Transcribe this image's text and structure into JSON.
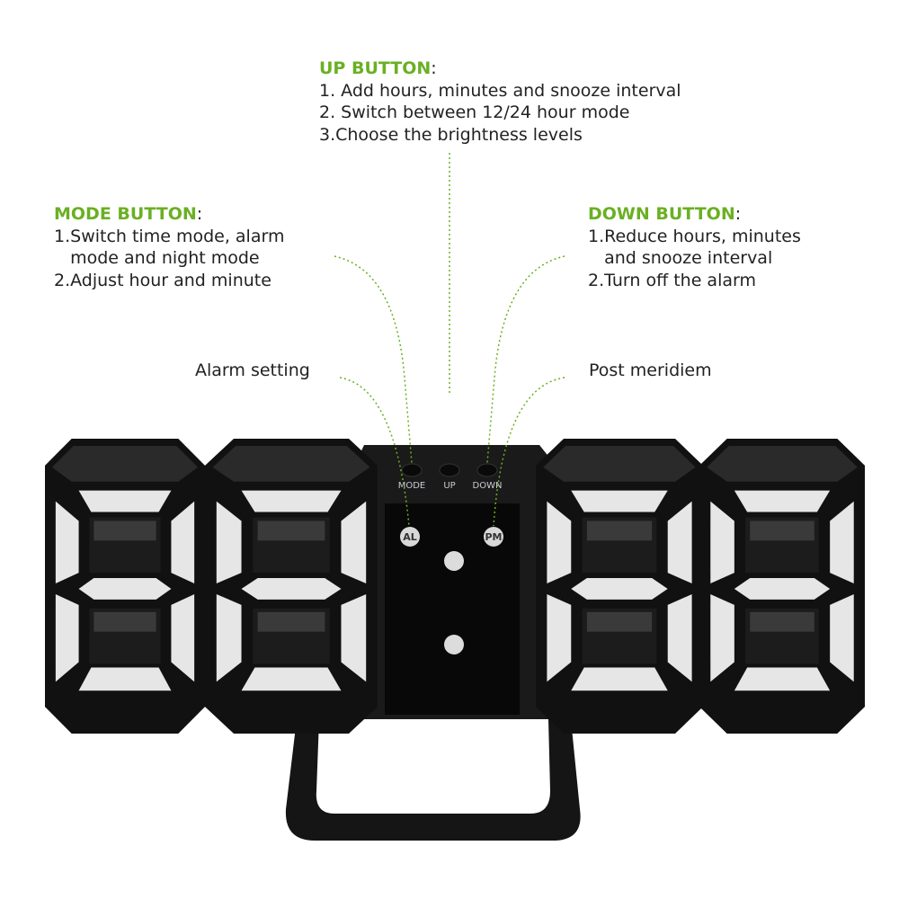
{
  "up_button": {
    "title": "UP BUTTON",
    "lines": [
      "1. Add hours, minutes and snooze interval",
      "2. Switch between 12/24 hour mode",
      "3.Choose the brightness levels"
    ]
  },
  "mode_button": {
    "title": "MODE BUTTON",
    "lines": [
      "1.Switch time mode, alarm",
      "   mode and night mode",
      "2.Adjust hour and minute"
    ]
  },
  "down_button": {
    "title": "DOWN BUTTON",
    "lines": [
      "1.Reduce hours, minutes",
      "   and snooze interval",
      "2.Turn off the alarm"
    ]
  },
  "labels": {
    "alarm_setting": "Alarm setting",
    "post_meridiem": "Post meridiem"
  },
  "device": {
    "button_labels": [
      "MODE",
      "UP",
      "DOWN"
    ],
    "indicators": [
      "AL",
      "PM"
    ]
  },
  "colors": {
    "accent": "#6ab023",
    "segment": "#e6e6e6",
    "body": "#111111"
  }
}
